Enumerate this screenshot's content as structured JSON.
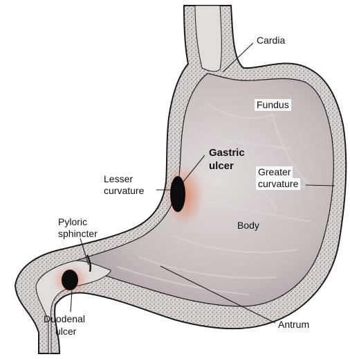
{
  "labels": {
    "cardia": "Cardia",
    "fundus": "Fundus",
    "gastric_ulcer_line1": "Gastric",
    "gastric_ulcer_line2": "ulcer",
    "lesser_curvature_line1": "Lesser",
    "lesser_curvature_line2": "curvature",
    "greater_curvature_line1": "Greater",
    "greater_curvature_line2": "curvature",
    "body": "Body",
    "pyloric_sphincter_line1": "Pyloric",
    "pyloric_sphincter_line2": "sphincter",
    "antrum": "Antrum",
    "duodenal_ulcer_line1": "Duodenal",
    "duodenal_ulcer_line2": "ulcer"
  },
  "colors": {
    "wall_fill": "#d9d3d1",
    "outline": "#1a1a1a",
    "lumen_fill": "#c6bcbc",
    "lumen_light": "#e2dcdb",
    "lumen_dark": "#9f9496",
    "ulcer_core": "#0d0d0d",
    "inflammation": "#e0704a"
  },
  "icons": {
    "ulcer_marker": "ulcer-crater",
    "stipple": "stipple-texture"
  }
}
